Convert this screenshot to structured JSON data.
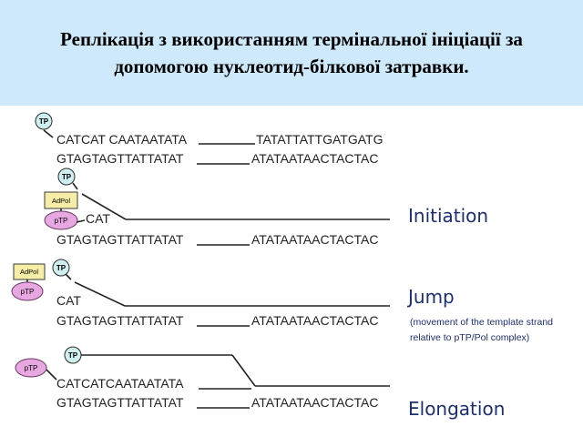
{
  "title": {
    "line1": "Реплікація з використанням термінальної ініціації за",
    "line2": "допомогою нуклеотид-білкової затравки."
  },
  "labels": {
    "tp": "TP",
    "ptp": "pTP",
    "adpol": "AdPol"
  },
  "panel1": {
    "top_left": "CATCAT CAATAATATA",
    "top_right": "TATATTATTGATGATG",
    "bottom_left": "GTAGTAGTTATTATAT",
    "bottom_right": "ATATAATAACTACTAC"
  },
  "panel2": {
    "stage": "Initiation",
    "primer": "CAT",
    "bottom_left": "GTAGTAGTTATTATAT",
    "bottom_right": "ATATAATAACTACTAC"
  },
  "panel3": {
    "stage": "Jump",
    "note_line1": "(movement of the template strand",
    "note_line2": "relative to pTP/Pol complex)",
    "primer": "CAT",
    "bottom_left": "GTAGTAGTTATTATAT",
    "bottom_right": "ATATAATAACTACTAC"
  },
  "panel4": {
    "stage": "Elongation",
    "top_left": "CATCATCAATAATATA",
    "bottom_left": "GTAGTAGTTATTATAT",
    "bottom_right": "ATATAATAACTACTAC"
  }
}
